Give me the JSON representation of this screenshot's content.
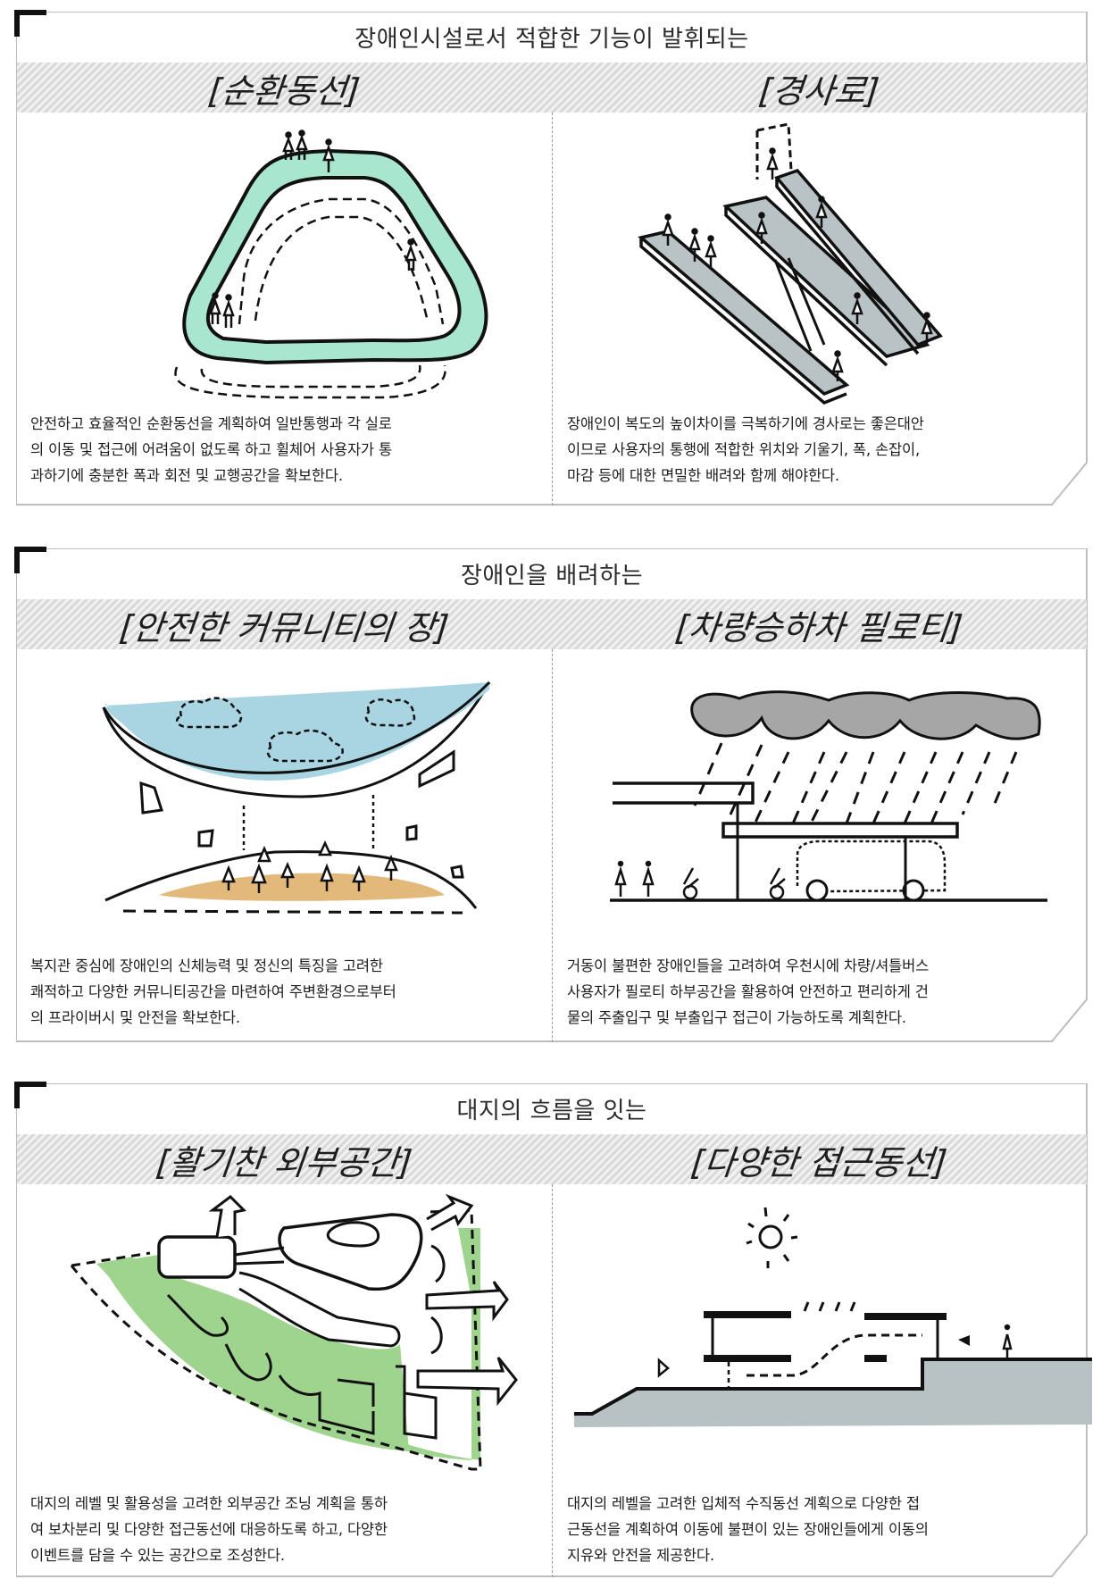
{
  "sections": [
    {
      "heading": "장애인시설로서 적합한 기능이 발휘되는",
      "left": {
        "title": "[순환동선]",
        "illustration": "circulation-loop-diagram",
        "lines": [
          "안전하고 효율적인 순환동선을 계획하여 일반통행과 각 실로",
          "의 이동 및 접근에 어려움이 없도록 하고 휠체어 사용자가 통",
          "과하기에 충분한 폭과 회전 및 교행공간을 확보한다."
        ]
      },
      "right": {
        "title": "[경사로]",
        "illustration": "ramp-diagram",
        "lines": [
          "장애인이 복도의 높이차이를 극복하기에 경사로는 좋은대안",
          "이므로 사용자의 통행에 적합한 위치와 기울기, 폭, 손잡이,",
          "마감 등에 대한 면밀한 배려와 함께 해야한다."
        ]
      }
    },
    {
      "heading": "장애인을 배려하는",
      "left": {
        "title": "[안전한 커뮤니티의 장]",
        "illustration": "community-courtyard-diagram",
        "lines": [
          "복지관 중심에 장애인의 신체능력 및 정신의 특징을 고려한",
          "쾌적하고 다양한 커뮤니티공간을 마련하여 주변환경으로부터",
          "의 프라이버시 및 안전을 확보한다."
        ]
      },
      "right": {
        "title": "[차량승하차 필로티]",
        "illustration": "pilotis-drop-off-diagram",
        "lines": [
          "거동이 불편한 장애인들을 고려하여 우천시에 차량/셔틀버스",
          "사용자가 필로티 하부공간을 활용하여 안전하고 편리하게 건",
          "물의 주출입구 및 부출입구 접근이 가능하도록 계획한다."
        ]
      }
    },
    {
      "heading": "대지의 흐름을 잇는",
      "left": {
        "title": "[활기찬 외부공간]",
        "illustration": "site-plan-green-space-diagram",
        "lines": [
          "대지의 레벨 및 활용성을 고려한 외부공간 조닝 계획을 통하",
          "여 보차분리 및 다양한 접근동선에 대응하도록 하고, 다양한",
          "이벤트를 담을 수 있는 공간으로 조성한다."
        ]
      },
      "right": {
        "title": "[다양한 접근동선]",
        "illustration": "section-access-diagram",
        "lines": [
          "대지의 레벨을 고려한 입체적 수직동선 계획으로 다양한 접",
          "근동선을 계획하여 이동에 불편이 있는 장애인들에게 이동의",
          "지유와 안전을 제공한다."
        ]
      }
    }
  ],
  "colors": {
    "mint": "#a8e6cf",
    "ramp_gray": "#b9c3c6",
    "sky_blue": "#a9d5e3",
    "sand": "#e2b97a",
    "cloud_gray": "#a6a6a6",
    "lawn_green": "#9fd48f",
    "ground_gray": "#b8c1c3",
    "frame": "#bdbdbd"
  }
}
